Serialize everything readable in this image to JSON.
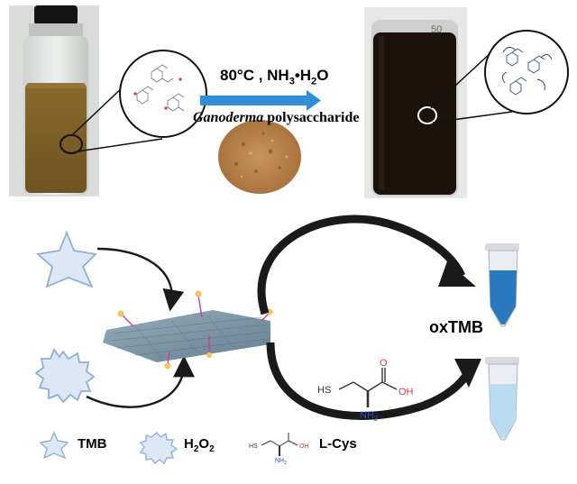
{
  "top": {
    "condition_prefix": "80°C , NH",
    "condition_sub": "3",
    "condition_suffix": "•H",
    "condition_sub2": "2",
    "condition_end": "O",
    "ganoderma_italic": "Ganoderma",
    "ganoderma_rest": " polysaccharide",
    "bottle_right_mark": "50"
  },
  "bottom": {
    "product_label": "oxTMB",
    "lcys_atoms": {
      "sh": "HS",
      "oh": "OH",
      "o": "O",
      "nh": "NH",
      "nh_sub": "2"
    }
  },
  "legend": {
    "tmb": "TMB",
    "h2o2_main": "H",
    "h2o2_sub1": "2",
    "h2o2_o": "O",
    "h2o2_sub2": "2",
    "lcys": "L-Cys"
  },
  "colors": {
    "arrow_blue": "#2e8fd6",
    "star_fill": "#dce8f6",
    "star_stroke": "#8fb0d8",
    "tube_blue_dark": "#2a78c0",
    "tube_blue_light": "#b9dcf2",
    "acid_red": "#d23a3a",
    "amine_blue": "#2a4fbf"
  }
}
